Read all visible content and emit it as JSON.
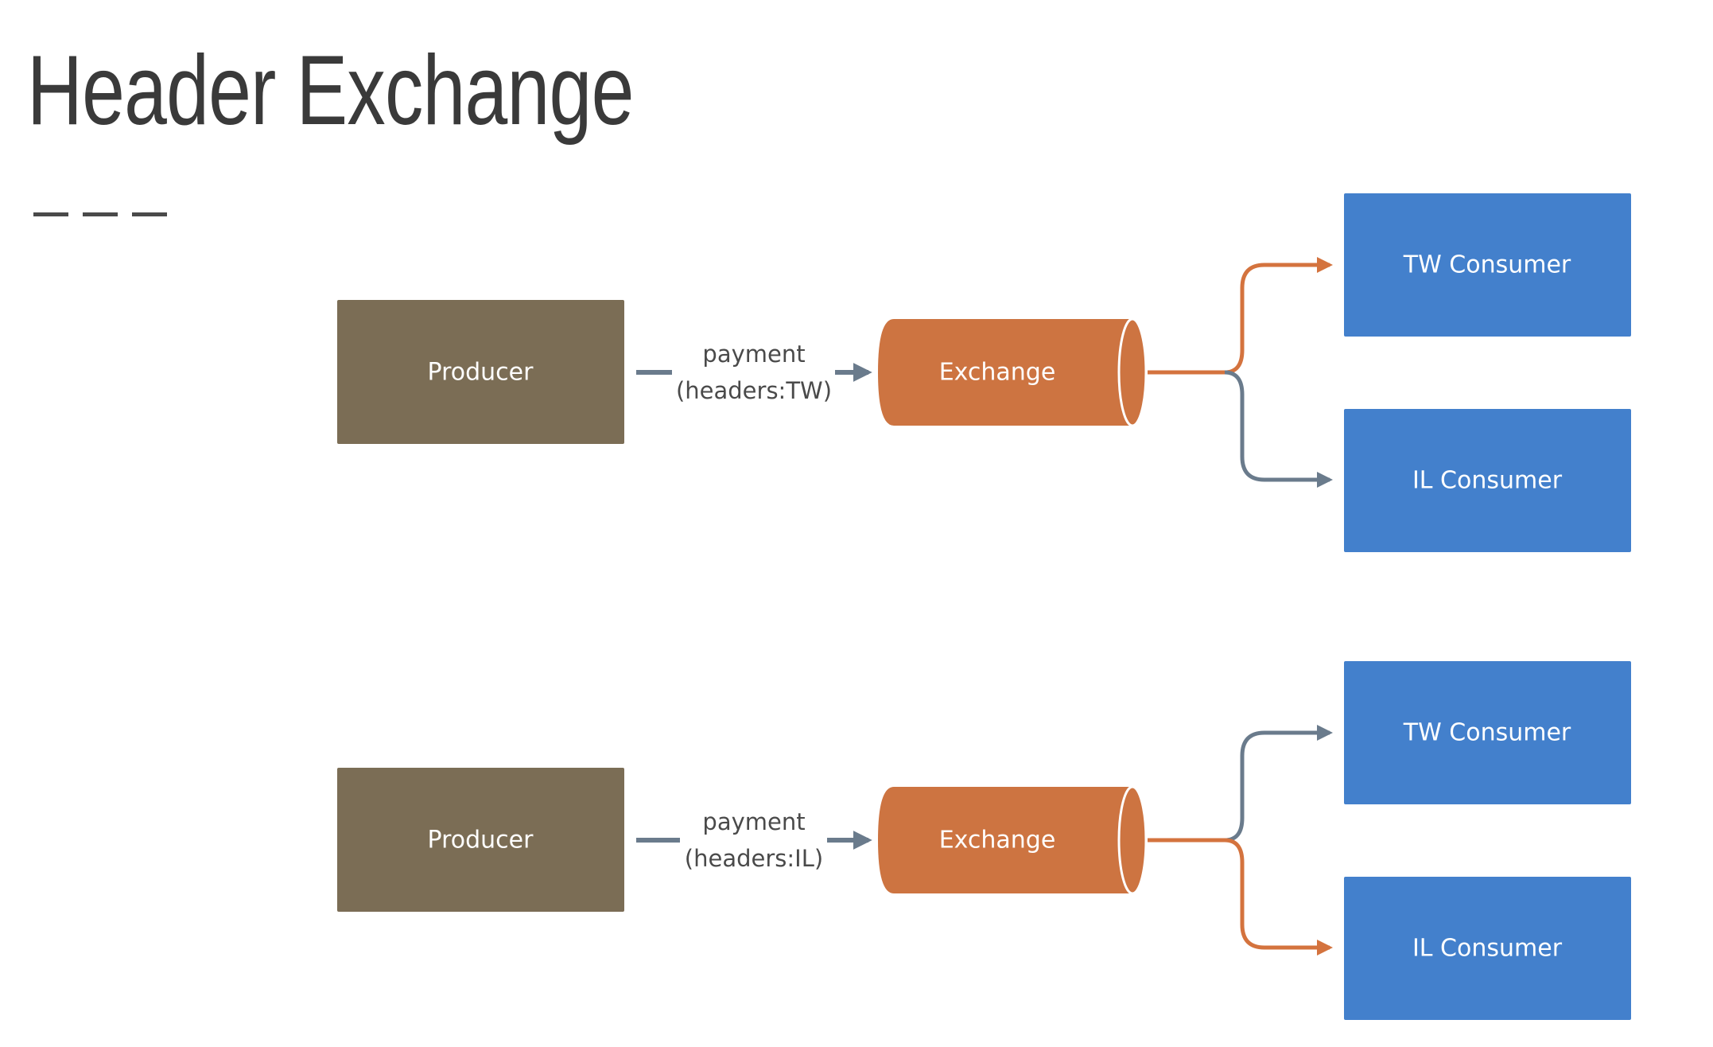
{
  "title": "Header Exchange",
  "colors": {
    "title": "#3a3a3a",
    "producer": "#7b6d55",
    "exchange": "#cd7441",
    "consumer": "#4380cc",
    "route_active": "#d4733e",
    "route_inactive": "#6a7b8c",
    "edge_label": "#4a4a4a"
  },
  "diagrams": [
    {
      "producer": "Producer",
      "message_line1": "payment",
      "message_line2": "(headers:TW)",
      "exchange": "Exchange",
      "consumer_top": "TW Consumer",
      "consumer_bottom": "IL Consumer",
      "active_route": "top"
    },
    {
      "producer": "Producer",
      "message_line1": "payment",
      "message_line2": "(headers:IL)",
      "exchange": "Exchange",
      "consumer_top": "TW Consumer",
      "consumer_bottom": "IL Consumer",
      "active_route": "bottom"
    }
  ]
}
